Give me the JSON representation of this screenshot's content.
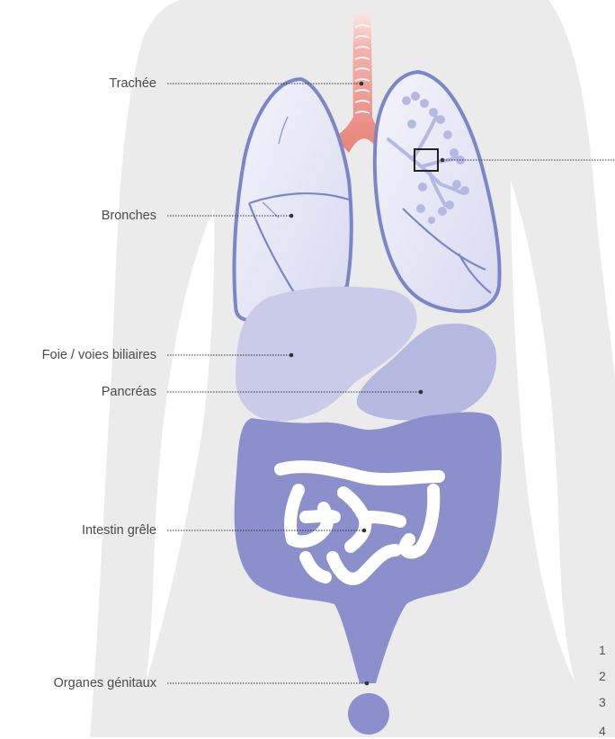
{
  "labels": {
    "trachea": "Trachée",
    "bronchi": "Bronches",
    "liver": "Foie / voies biliaires",
    "pancreas": "Pancréas",
    "small_intestine": "Intestin grêle",
    "genitals": "Organes génitaux"
  },
  "page_numbers": [
    "1",
    "2",
    "3",
    "4"
  ],
  "colors": {
    "silhouette": "#ebebeb",
    "lung_outline": "#7d85c9",
    "lung_fill": "#e8e9f6",
    "trachea": "#e8837a",
    "liver": "#c9cbe8",
    "pancreas": "#b5b8df",
    "intestine": "#8b90cc",
    "leader_line": "#333333"
  }
}
